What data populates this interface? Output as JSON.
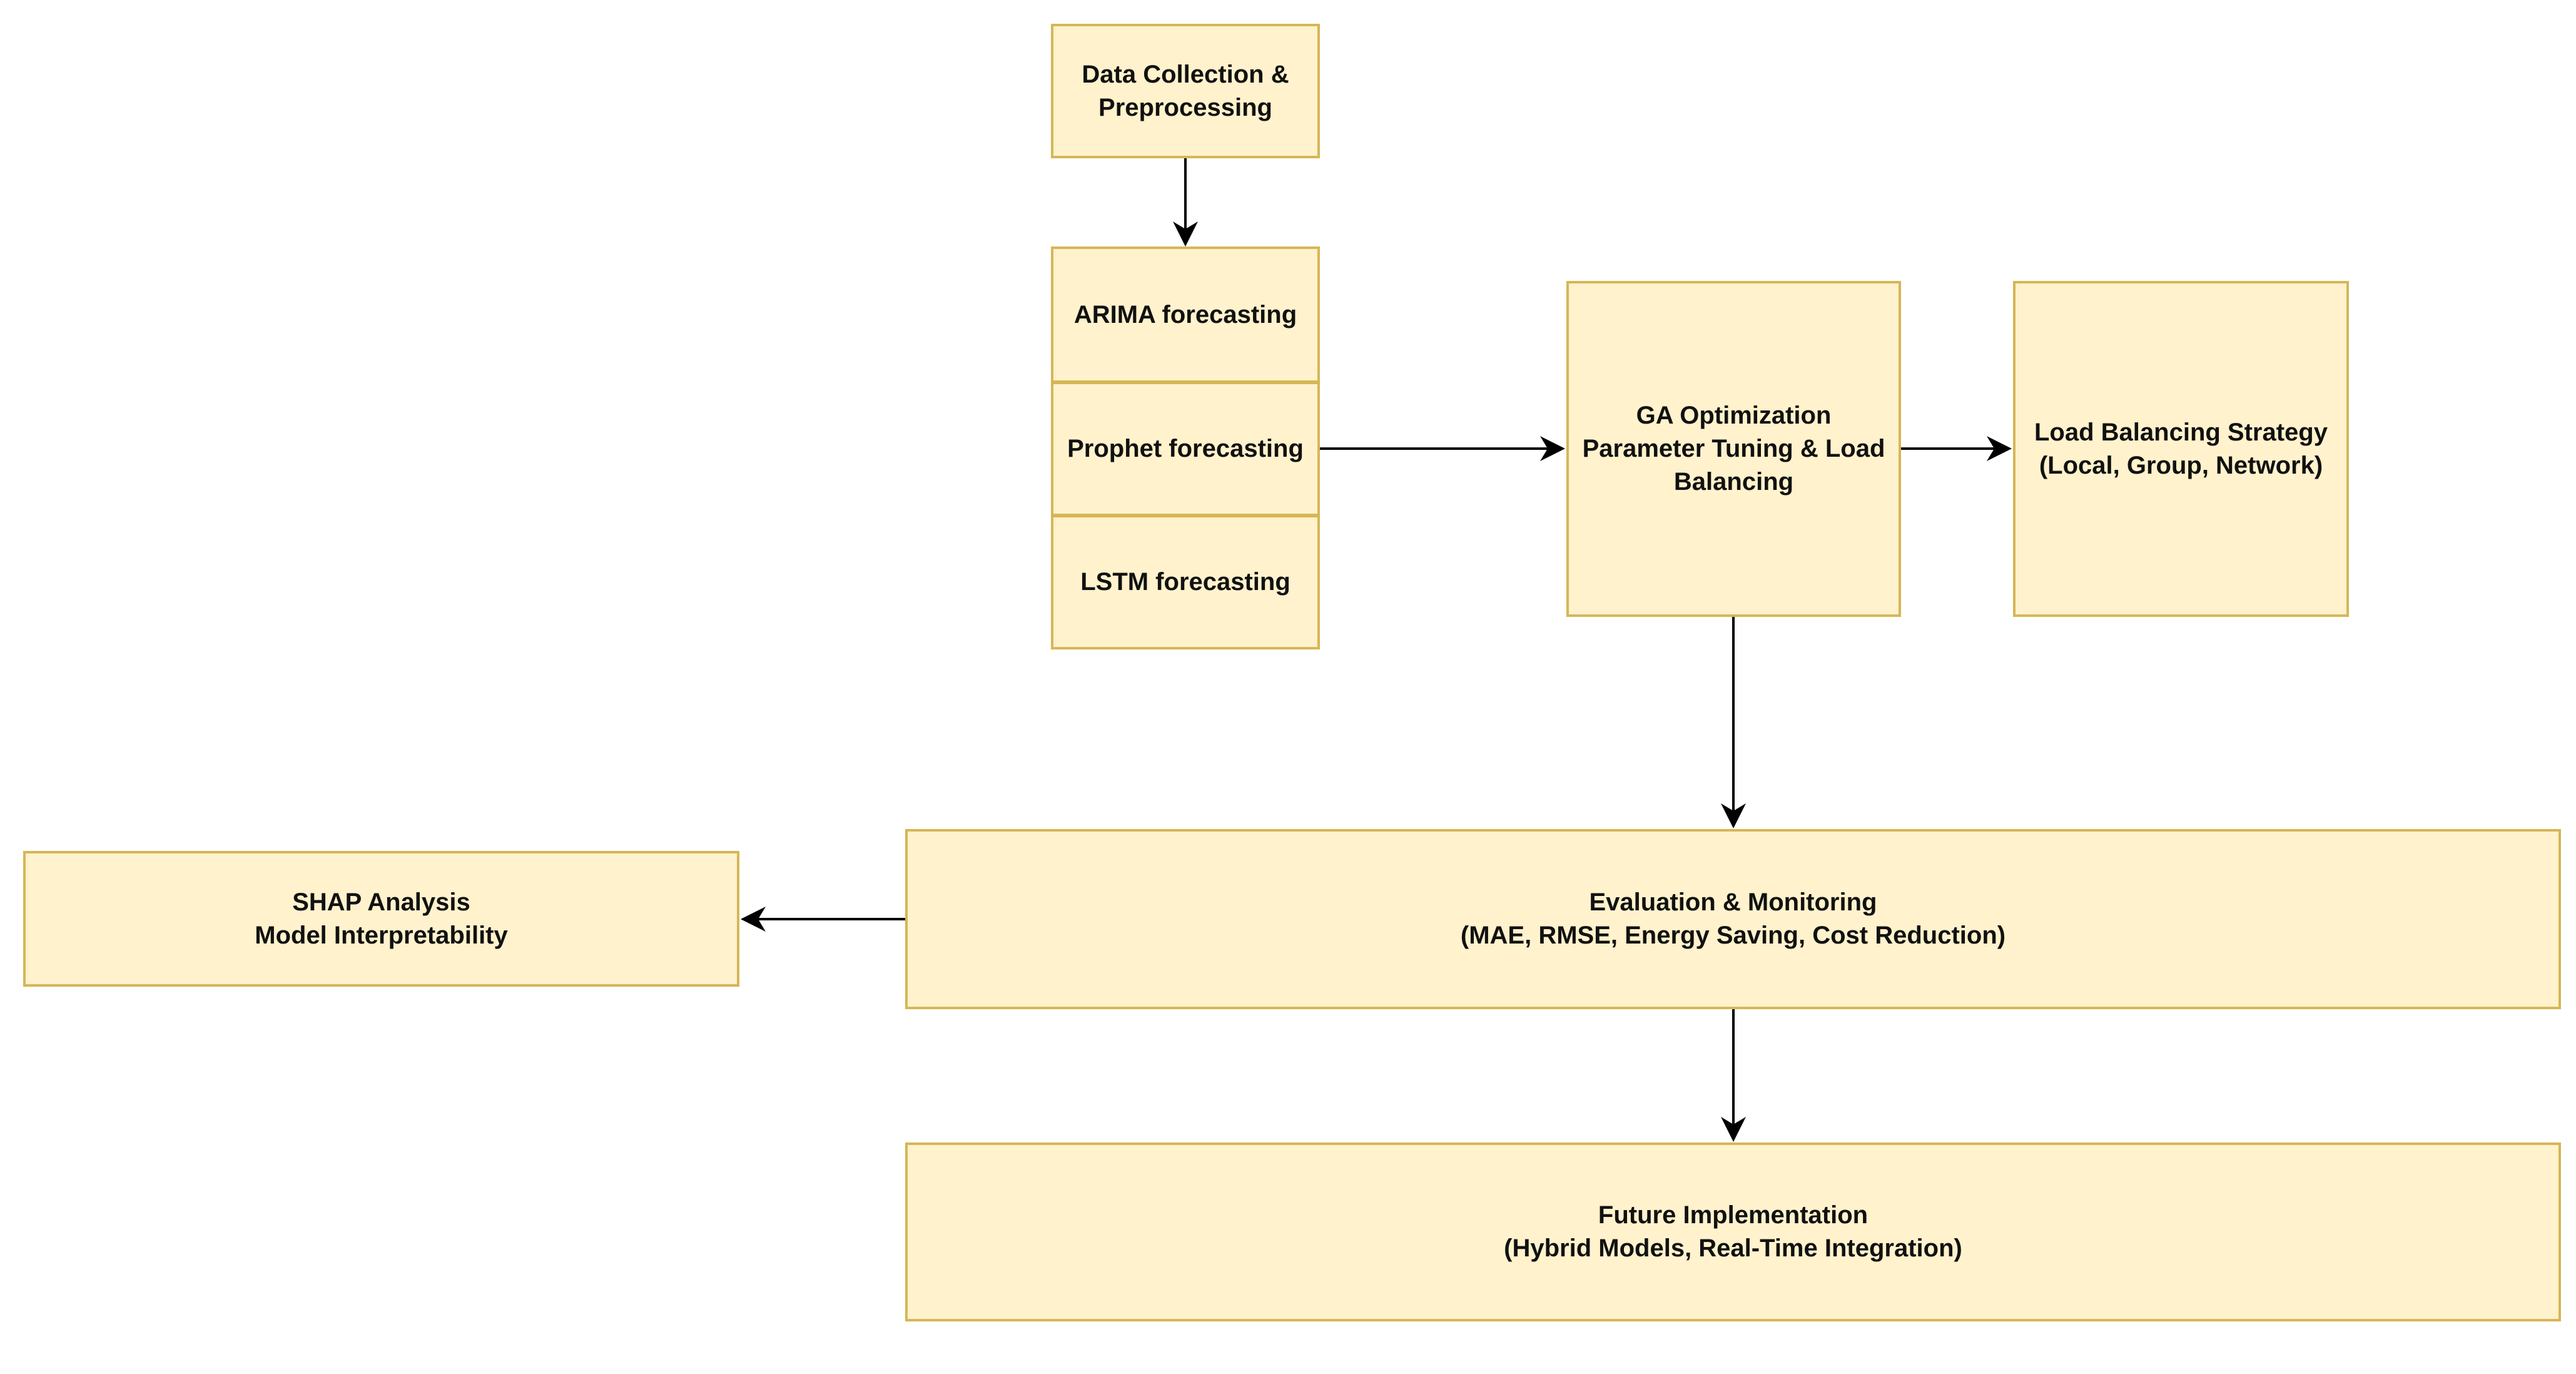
{
  "colors": {
    "fill": "#fff2cc",
    "stroke": "#d6b656",
    "arrow": "#000000"
  },
  "nodes": {
    "data_collection": {
      "lines": [
        "Data Collection &",
        "Preprocessing"
      ]
    },
    "arima": {
      "label": "ARIMA forecasting"
    },
    "prophet": {
      "label": "Prophet forecasting"
    },
    "lstm": {
      "label": "LSTM forecasting"
    },
    "ga": {
      "lines": [
        "GA Optimization",
        "Parameter Tuning & Load",
        "Balancing"
      ]
    },
    "load_balancing": {
      "lines": [
        "Load Balancing Strategy",
        "(Local, Group, Network)"
      ]
    },
    "evaluation": {
      "lines": [
        "Evaluation & Monitoring",
        "(MAE, RMSE, Energy Saving, Cost Reduction)"
      ]
    },
    "shap": {
      "lines": [
        "SHAP Analysis",
        "Model Interpretability"
      ]
    },
    "future": {
      "lines": [
        "Future Implementation",
        "(Hybrid Models, Real-Time Integration)"
      ]
    }
  }
}
